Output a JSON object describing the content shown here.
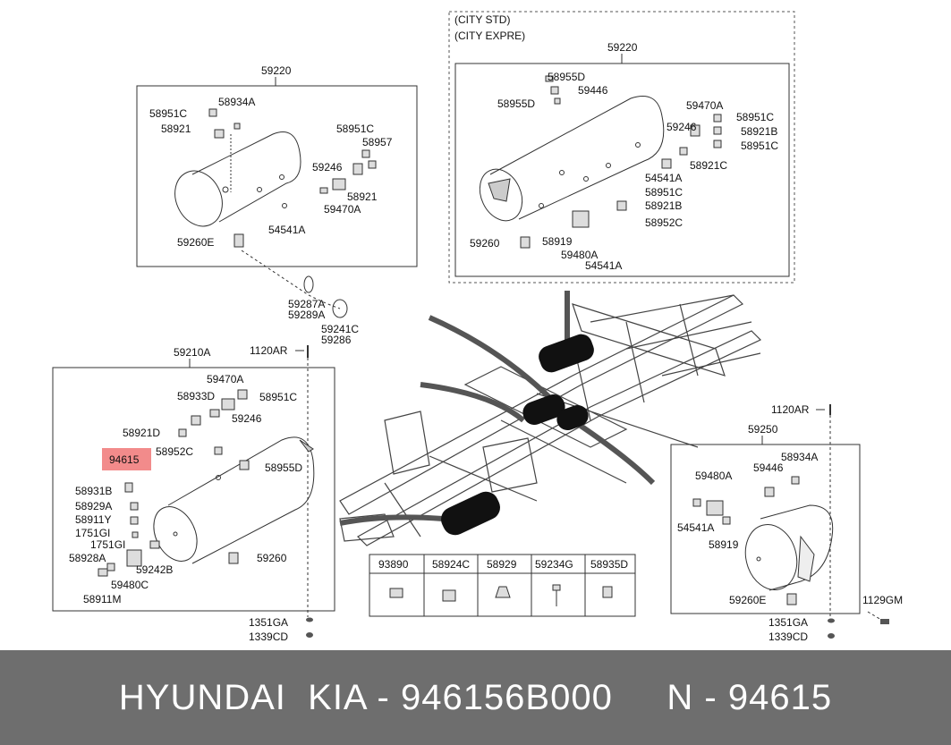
{
  "diagram": {
    "top_left": {
      "title": "59220",
      "labels": [
        "58934A",
        "58951C",
        "58921",
        "58951C",
        "58957",
        "59246",
        "58921",
        "59470A",
        "54541A",
        "59260E"
      ]
    },
    "top_right": {
      "variant_1": "(CITY STD)",
      "variant_2": "(CITY EXPRE)",
      "title": "59220",
      "labels": [
        "58955D",
        "59446",
        "58955D",
        "59470A",
        "58951C",
        "59246",
        "58921B",
        "58951C",
        "58921C",
        "54541A",
        "58951C",
        "58921B",
        "58952C",
        "59260",
        "58919",
        "59480A",
        "54541A"
      ]
    },
    "hose": {
      "labels": [
        "59287A",
        "59289A",
        "59241C",
        "59286"
      ]
    },
    "bottom_left": {
      "title": "59210A",
      "bolt_top": "1120AR",
      "labels": [
        "59470A",
        "58933D",
        "58951C",
        "59246",
        "58921D",
        "58952C",
        "58955D",
        "58931B",
        "58929A",
        "58911Y",
        "1751GI",
        "1751GI",
        "58928A",
        "59480C",
        "58911M",
        "59242B",
        "59260"
      ],
      "highlighted": "94615",
      "bolt_bottom_1": "1351GA",
      "bolt_bottom_2": "1339CD"
    },
    "legend_table": {
      "headers": [
        "93890",
        "58924C",
        "58929",
        "59234G",
        "58935D"
      ]
    },
    "bottom_right": {
      "title": "59250",
      "bolt_top": "1120AR",
      "labels": [
        "58934A",
        "59480A",
        "59446",
        "54541A",
        "58919",
        "59260E"
      ],
      "bolt_side": "1129GM",
      "bolt_bottom_1": "1351GA",
      "bolt_bottom_2": "1339CD"
    },
    "colors": {
      "highlight": "#f28b8b",
      "line": "#333333",
      "frame": "#555555"
    }
  },
  "footer": {
    "brand": "HYUNDAI  KIA - 946156B000",
    "part_number": "N - 94615"
  }
}
